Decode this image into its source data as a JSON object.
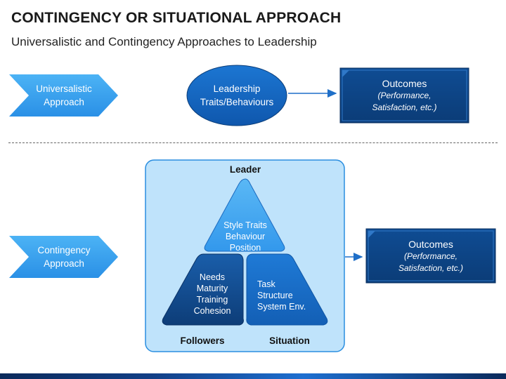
{
  "header": {
    "title": "CONTINGENCY OR SITUATIONAL APPROACH",
    "subtitle": "Universalistic and Contingency Approaches to Leadership"
  },
  "universalistic": {
    "approach_line1": "Universalistic",
    "approach_line2": "Approach",
    "ellipse_line1": "Leadership",
    "ellipse_line2": "Traits/Behaviours",
    "outcome_title": "Outcomes",
    "outcome_line1": "(Performance,",
    "outcome_line2": "Satisfaction, etc.)"
  },
  "contingency": {
    "approach_line1": "Contingency",
    "approach_line2": "Approach",
    "leader_label": "Leader",
    "followers_label": "Followers",
    "situation_label": "Situation",
    "top_line1": "Style Traits",
    "top_line2": "Behaviour",
    "top_line3": "Position",
    "left_line1": "Needs",
    "left_line2": "Maturity",
    "left_line3": "Training",
    "left_line4": "Cohesion",
    "right_line1": "Task",
    "right_line2": "Structure",
    "right_line3": "System Env.",
    "outcome_title": "Outcomes",
    "outcome_line1": "(Performance,",
    "outcome_line2": "Satisfaction, etc.)"
  },
  "colors": {
    "light_blue": "#3aa2f0",
    "mid_blue": "#1565c0",
    "dark_blue": "#0d3f7c",
    "panel_fill": "#bfe3fb",
    "panel_border": "#2a8ee0"
  }
}
